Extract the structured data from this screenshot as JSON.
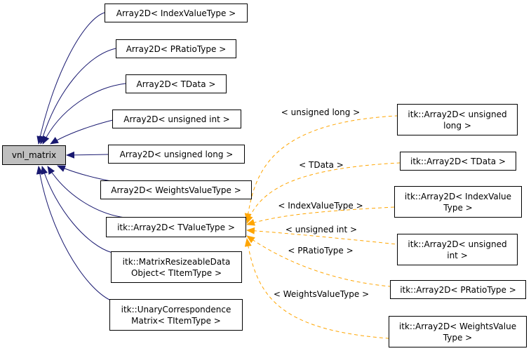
{
  "root": {
    "label": "vnl_matrix"
  },
  "left_nodes": [
    {
      "id": "array2d-indexvaluetype",
      "lines": [
        "Array2D< IndexValueType >"
      ]
    },
    {
      "id": "array2d-pratiotype",
      "lines": [
        "Array2D< PRatioType >"
      ]
    },
    {
      "id": "array2d-tdata",
      "lines": [
        "Array2D< TData >"
      ]
    },
    {
      "id": "array2d-unsigned-int",
      "lines": [
        "Array2D< unsigned int >"
      ]
    },
    {
      "id": "array2d-unsigned-long",
      "lines": [
        "Array2D< unsigned long >"
      ]
    },
    {
      "id": "array2d-weightsvaluetype",
      "lines": [
        "Array2D< WeightsValueType >"
      ]
    },
    {
      "id": "itk-array2d-tvaluetype",
      "lines": [
        "itk::Array2D< TValueType >"
      ]
    },
    {
      "id": "itk-matrixresizeabledataobject",
      "lines": [
        "itk::MatrixResizeableData",
        "Object< TItemType >"
      ]
    },
    {
      "id": "itk-unarycorrespondencematrix",
      "lines": [
        "itk::UnaryCorrespondence",
        "Matrix< TItemType >"
      ]
    }
  ],
  "right_nodes": [
    {
      "id": "itk-array2d-unsigned-long",
      "lines": [
        "itk::Array2D< unsigned",
        "long >"
      ]
    },
    {
      "id": "itk-array2d-tdata",
      "lines": [
        "itk::Array2D< TData >"
      ]
    },
    {
      "id": "itk-array2d-indexvaluetype",
      "lines": [
        "itk::Array2D< IndexValue",
        "Type >"
      ]
    },
    {
      "id": "itk-array2d-unsigned-int",
      "lines": [
        "itk::Array2D< unsigned",
        "int >"
      ]
    },
    {
      "id": "itk-array2d-pratiotype",
      "lines": [
        "itk::Array2D< PRatioType >"
      ]
    },
    {
      "id": "itk-array2d-weightsvaluetype",
      "lines": [
        "itk::Array2D< WeightsValue",
        "Type >"
      ]
    }
  ],
  "template_edges": [
    {
      "label": "< unsigned long >"
    },
    {
      "label": "< TData >"
    },
    {
      "label": "< IndexValueType >"
    },
    {
      "label": "< unsigned int >"
    },
    {
      "label": "< PRatioType >"
    },
    {
      "label": "< WeightsValueType >"
    }
  ],
  "colors": {
    "inheritance_edge": "#191970",
    "template_edge": "#ffa500",
    "root_fill": "#bfbfbf",
    "node_border": "#000000"
  }
}
